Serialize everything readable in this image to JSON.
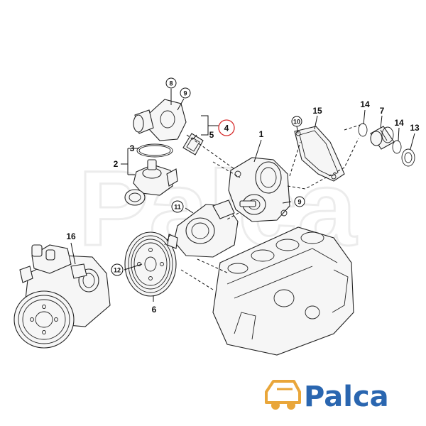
{
  "callouts": {
    "c1": "1",
    "c2": "2",
    "c3": "3",
    "c4": "4",
    "c5": "5",
    "c6": "6",
    "c7": "7",
    "c8": "8",
    "c9a": "9",
    "c9b": "9",
    "c10": "10",
    "c11": "11",
    "c12": "12",
    "c13": "13",
    "c14a": "14",
    "c14b": "14",
    "c15": "15",
    "c16": "16"
  },
  "logo": {
    "text": "Palca",
    "text_color": "#2a66b0",
    "car_color": "#e9a63a"
  },
  "highlight_color": "#d62b2b"
}
